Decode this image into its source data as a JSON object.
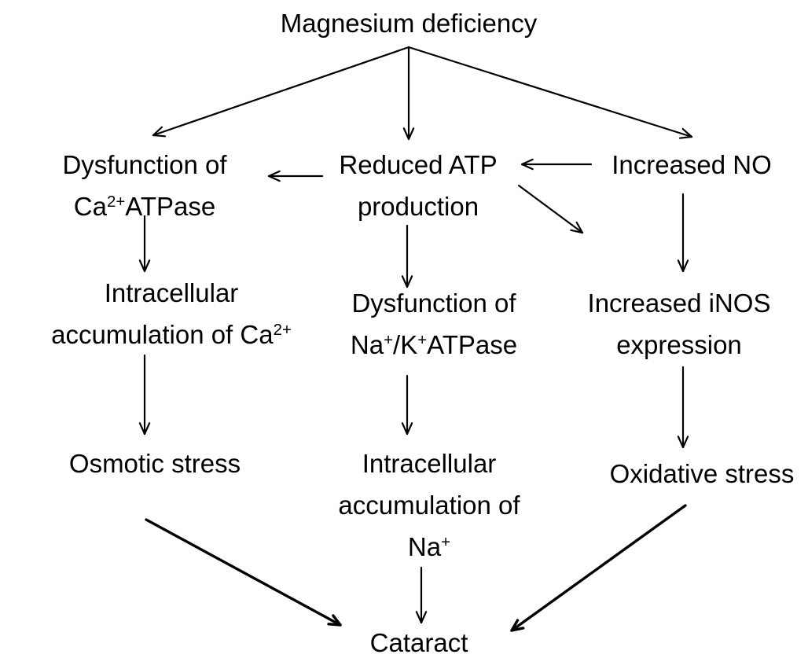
{
  "nodes": {
    "mg_deficiency": {
      "lines": [
        [
          "Magnesium deficiency"
        ]
      ]
    },
    "ca_atpase": {
      "lines": [
        [
          "Dysfunction of"
        ],
        [
          "Ca",
          {
            "sup": "2+"
          },
          "ATPase"
        ]
      ]
    },
    "atp": {
      "lines": [
        [
          "Reduced ATP"
        ],
        [
          "production"
        ]
      ]
    },
    "no": {
      "lines": [
        [
          "Increased NO"
        ]
      ]
    },
    "ca_accum": {
      "lines": [
        [
          "Intracellular"
        ],
        [
          "accumulation of Ca",
          {
            "sup": "2+"
          }
        ]
      ]
    },
    "na_k_atpase": {
      "lines": [
        [
          "Dysfunction of"
        ],
        [
          "Na",
          {
            "sup": "+"
          },
          "/K",
          {
            "sup": "+"
          },
          "ATPase"
        ]
      ]
    },
    "inos": {
      "lines": [
        [
          "Increased iNOS"
        ],
        [
          "expression"
        ]
      ]
    },
    "osmotic": {
      "lines": [
        [
          "Osmotic stress"
        ]
      ]
    },
    "na_accum": {
      "lines": [
        [
          "Intracellular"
        ],
        [
          "accumulation of"
        ],
        [
          "Na",
          {
            "sup": "+"
          }
        ]
      ]
    },
    "oxidative": {
      "lines": [
        [
          "Oxidative stress"
        ]
      ]
    },
    "cataract": {
      "lines": [
        [
          "Cataract"
        ]
      ]
    }
  },
  "edges": [
    {
      "from": "mg_deficiency",
      "to": "ca_atpase"
    },
    {
      "from": "mg_deficiency",
      "to": "atp"
    },
    {
      "from": "mg_deficiency",
      "to": "no"
    },
    {
      "from": "atp",
      "to": "ca_atpase"
    },
    {
      "from": "no",
      "to": "atp"
    },
    {
      "from": "atp",
      "to": "inos"
    },
    {
      "from": "ca_atpase",
      "to": "ca_accum"
    },
    {
      "from": "atp",
      "to": "na_k_atpase"
    },
    {
      "from": "no",
      "to": "inos"
    },
    {
      "from": "ca_accum",
      "to": "osmotic"
    },
    {
      "from": "na_k_atpase",
      "to": "na_accum"
    },
    {
      "from": "inos",
      "to": "oxidative"
    },
    {
      "from": "osmotic",
      "to": "cataract"
    },
    {
      "from": "na_accum",
      "to": "cataract"
    },
    {
      "from": "oxidative",
      "to": "cataract"
    }
  ]
}
